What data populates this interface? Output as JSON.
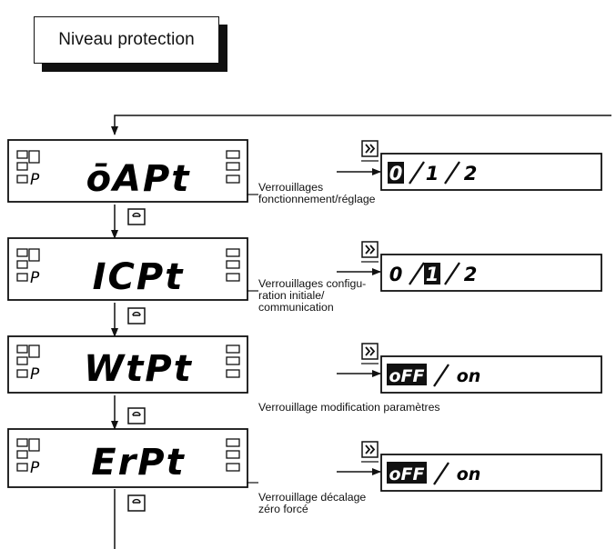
{
  "title": "Niveau protection",
  "parameters": [
    {
      "code": "ōAPt",
      "label_lines": [
        "Verrouillages",
        "fonctionnement/réglage"
      ],
      "options": [
        "0",
        "1",
        "2"
      ],
      "selected_index": 0
    },
    {
      "code": "ICPt",
      "label_lines": [
        "Verrouillages configu-",
        "ration initiale/",
        "communication"
      ],
      "options": [
        "0",
        "1",
        "2"
      ],
      "selected_index": 1
    },
    {
      "code": "WtPt",
      "label_lines": [
        "Verrouillage modification paramètres"
      ],
      "options": [
        "oFF",
        "on"
      ],
      "selected_index": 0
    },
    {
      "code": "ErPt",
      "label_lines": [
        "Verrouillage décalage",
        "zéro forcé"
      ],
      "options": [
        "oFF",
        "on"
      ],
      "selected_index": 0
    }
  ],
  "p_indicator": "P",
  "key_icon": "shift-key-icon",
  "mode_key_icon": "mode-return-key-icon"
}
